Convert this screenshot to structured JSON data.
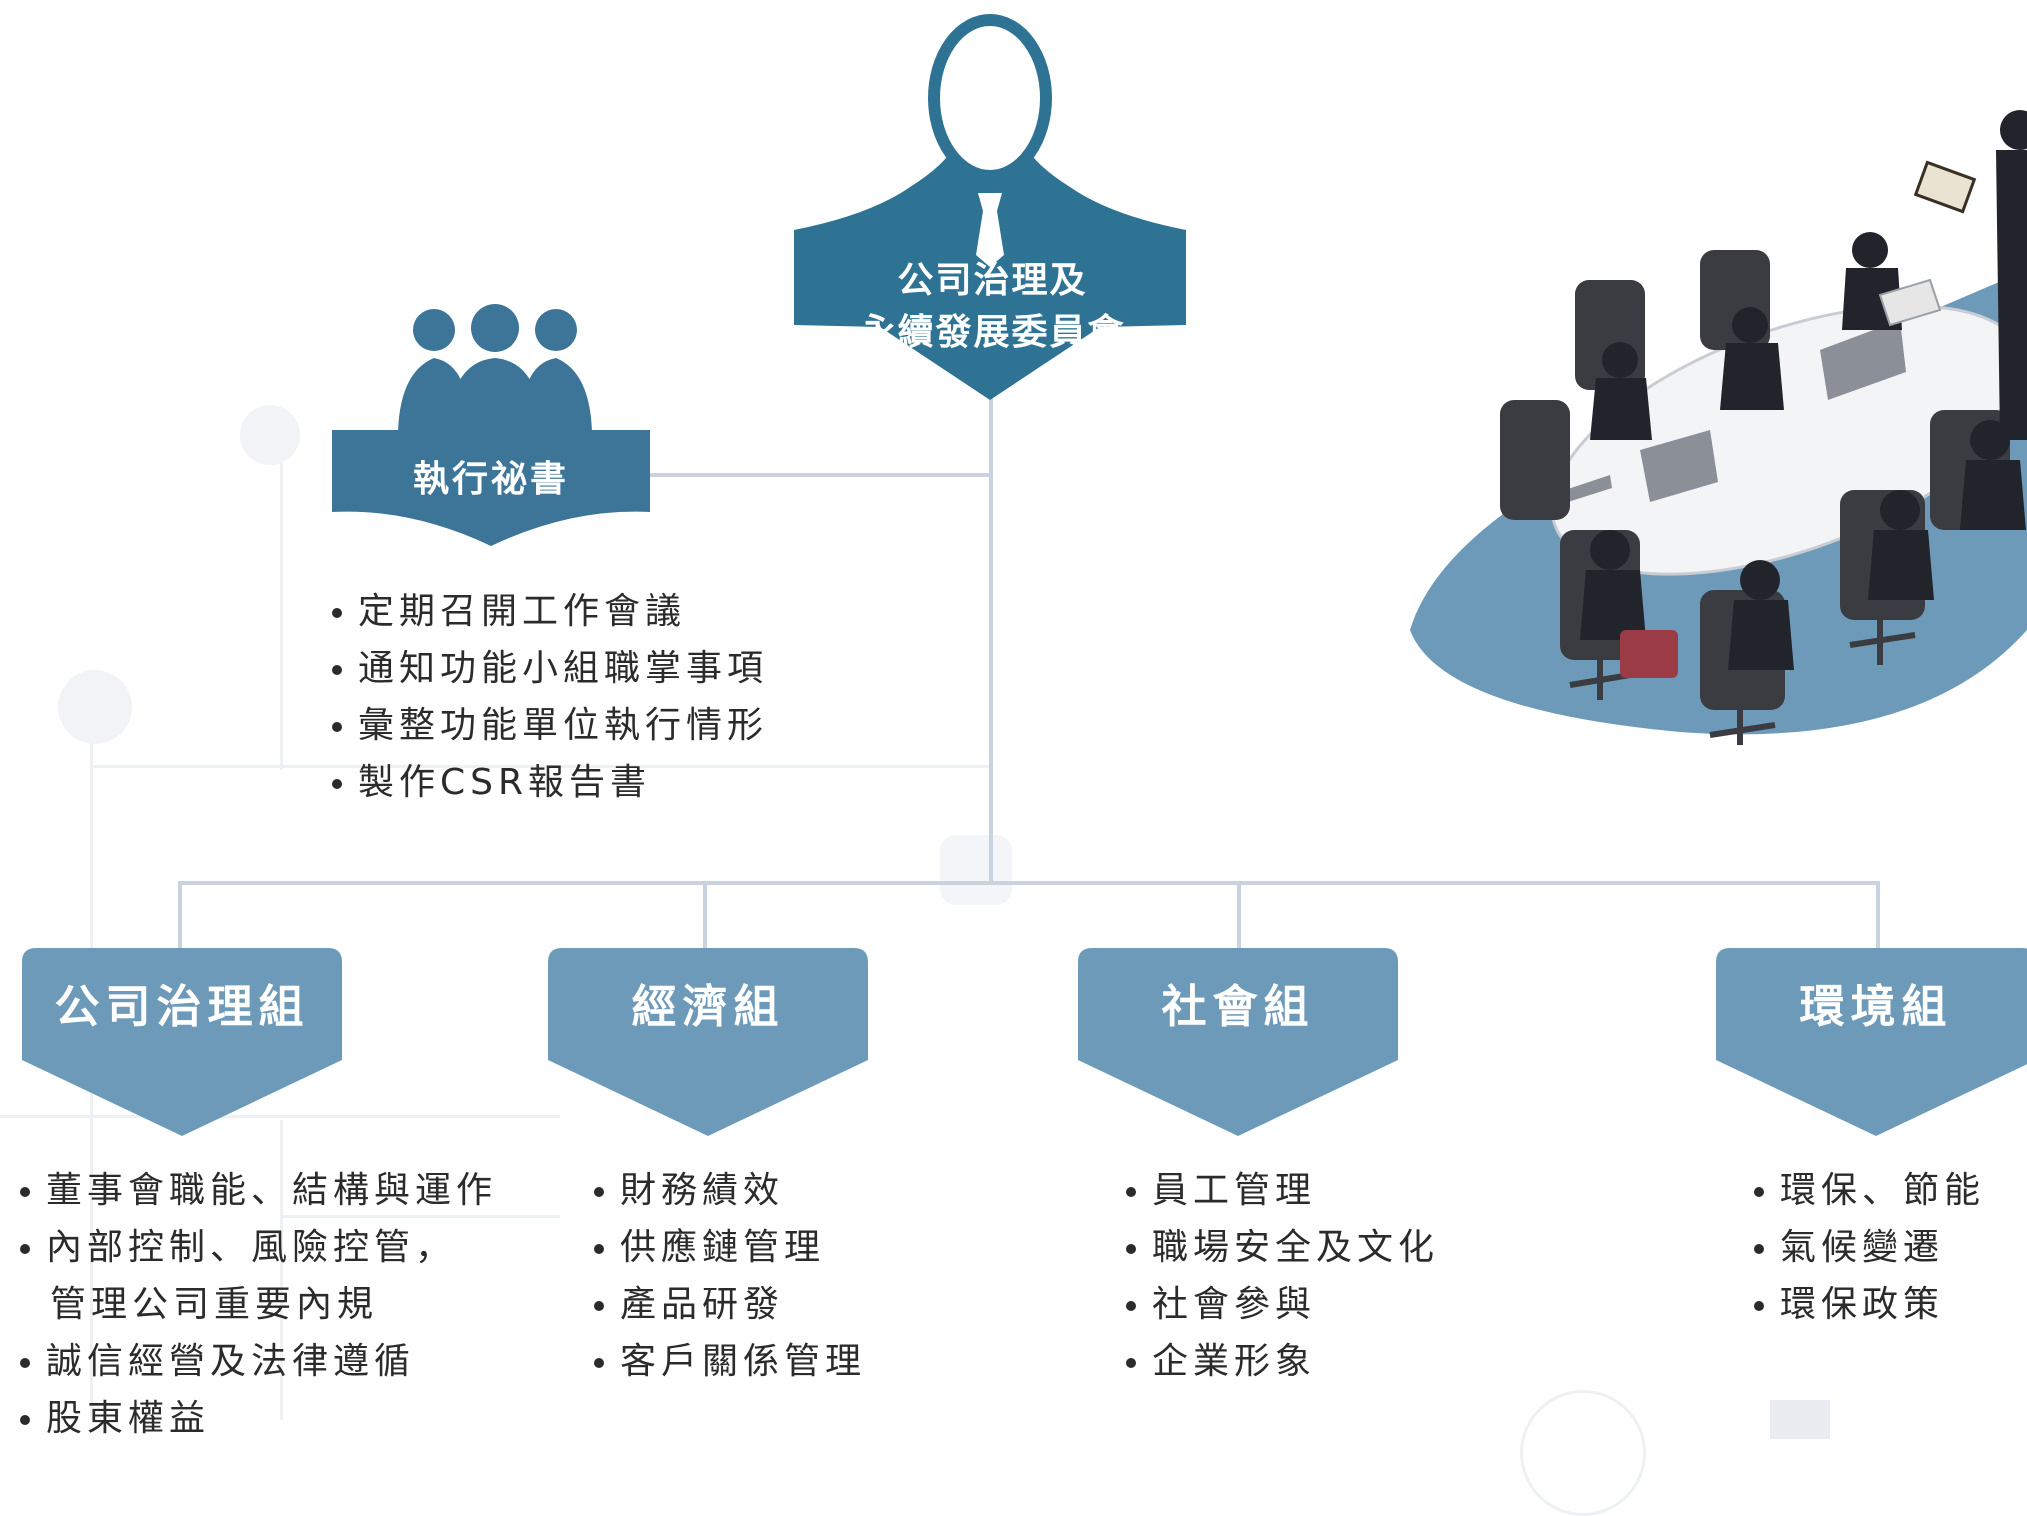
{
  "committee": {
    "line1": "公司治理及",
    "line2": "永續發展委員會"
  },
  "secretary": {
    "title": "執行祕書",
    "duties": [
      "定期召開工作會議",
      "通知功能小組職掌事項",
      "彙整功能單位執行情形",
      "製作CSR報告書"
    ]
  },
  "groups": [
    {
      "title": "公司治理組",
      "items": [
        "董事會職能、結構與運作",
        "內部控制、風險控管，",
        "管理公司重要內規",
        "誠信經營及法律遵循",
        "股東權益"
      ]
    },
    {
      "title": "經濟組",
      "items": [
        "財務績效",
        "供應鏈管理",
        "產品研發",
        "客戶關係管理"
      ]
    },
    {
      "title": "社會組",
      "items": [
        "員工管理",
        "職場安全及文化",
        "社會參與",
        "企業形象"
      ]
    },
    {
      "title": "環境組",
      "items": [
        "環保、節能",
        "氣候變遷",
        "環保政策"
      ]
    }
  ],
  "colors": {
    "committee": "#2f7394",
    "secretary": "#3d7598",
    "group": "#6e9aba",
    "connector": "#c8d3df"
  },
  "icons": {
    "committee": "person-silhouette-icon",
    "secretary": "people-group-icon",
    "illustration": "meeting-table-illustration"
  }
}
